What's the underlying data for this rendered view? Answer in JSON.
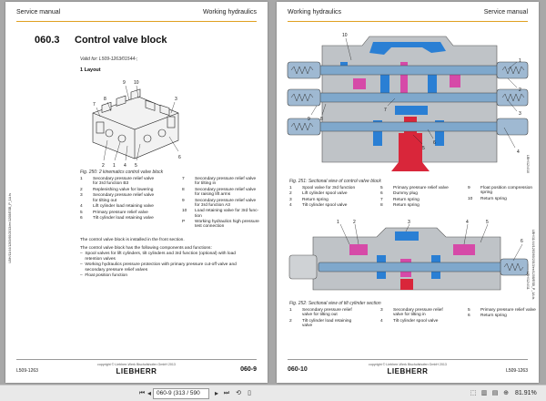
{
  "left_page": {
    "header_left": "Service manual",
    "header_right": "Working hydraulics",
    "section_number": "060.3",
    "section_title": "Control valve block",
    "valid_for": "Valid for: L509-1263/01544-;",
    "layout_heading": "1 Layout",
    "figure_caption": "Fig. 250: 2 kinematics control valve block",
    "figure_callouts": [
      "9",
      "10",
      "8",
      "7",
      "5",
      "4",
      "1",
      "2",
      "3",
      "6"
    ],
    "legend": [
      {
        "n": "1",
        "t": "Secondary pressure relief valve"
      },
      {
        "n": "",
        "t": "for 3rd function B3"
      },
      {
        "n": "2",
        "t": "Replenishing valve for lowering"
      },
      {
        "n": "3",
        "t": "Secondary pressure relief valve"
      },
      {
        "n": "",
        "t": "for tilting out"
      },
      {
        "n": "4",
        "t": "Lift cylinder load retaining valve"
      },
      {
        "n": "5",
        "t": "Primary pressure relief valve"
      },
      {
        "n": "6",
        "t": "Tilt cylinder load retaining valve"
      },
      {
        "n": "7",
        "t": "Secondary pressure relief valve"
      },
      {
        "n": "",
        "t": "for tilting in"
      },
      {
        "n": "8",
        "t": "Secondary pressure relief valve"
      },
      {
        "n": "",
        "t": "for raising lift arms"
      },
      {
        "n": "9",
        "t": "Secondary pressure relief valve"
      },
      {
        "n": "",
        "t": "for 3rd function A3"
      },
      {
        "n": "10",
        "t": "Load retaining valve for 3rd func-"
      },
      {
        "n": "",
        "t": "tion"
      },
      {
        "n": "P",
        "t": "Working hydraulics high pressure"
      },
      {
        "n": "",
        "t": "test connection"
      }
    ],
    "para1": "The control valve block is installed in the front section.",
    "para2": "The control valve block has the following components and functions:",
    "bullets": [
      "–  Spool valves for lift cylinders, tilt cylinders and 3rd function (optional) with load",
      "    retention valves",
      "–  Working hydraulics pressure protection with primary pressure cut-off valve and",
      "    secondary pressure relief valves",
      "–  Float position function"
    ],
    "side_code": "LBH/11/44/1263/60/2013/en/1208/ESB_P_1A.ts",
    "copyright": "copyright © Liebherr-Werk Bischofshofen GmbH 2013",
    "logo": "LIEBHERR",
    "footer_left": "L509-1263",
    "footer_right": "060-9"
  },
  "right_page": {
    "header_left": "Working hydraulics",
    "header_right": "Service manual",
    "fig1_caption": "Fig. 251: Sectional view of control valve block",
    "fig1_callouts": [
      "10",
      "9",
      "8",
      "7",
      "6",
      "5",
      "4",
      "3",
      "2",
      "1"
    ],
    "fig1_code": "LBH/12/4/10",
    "legend1": [
      {
        "n": "1",
        "t": "Spool valve for 3rd function",
        "c": 0
      },
      {
        "n": "2",
        "t": "Lift cylinder spool valve",
        "c": 0
      },
      {
        "n": "3",
        "t": "Return spring",
        "c": 0
      },
      {
        "n": "4",
        "t": "Tilt cylinder spool valve",
        "c": 0
      },
      {
        "n": "5",
        "t": "Primary pressure relief valve",
        "c": 1
      },
      {
        "n": "6",
        "t": "Dummy plug",
        "c": 1
      },
      {
        "n": "7",
        "t": "Return spring",
        "c": 1
      },
      {
        "n": "8",
        "t": "Return spring",
        "c": 1
      },
      {
        "n": "9",
        "t": "Float position compression",
        "c": 2
      },
      {
        "n": "",
        "t": "spring",
        "c": 2
      },
      {
        "n": "10",
        "t": "Return spring",
        "c": 2
      }
    ],
    "fig2_caption": "Fig. 252: Sectional view of tilt cylinder section",
    "fig2_callouts": [
      "1",
      "2",
      "3",
      "4",
      "5",
      "6"
    ],
    "fig2_code": "LBH/12/4/11",
    "legend2": [
      {
        "n": "1",
        "t": "Secondary pressure relief",
        "c": 0
      },
      {
        "n": "",
        "t": "valve for tilting out",
        "c": 0
      },
      {
        "n": "2",
        "t": "Tilt cylinder load retaining",
        "c": 0
      },
      {
        "n": "",
        "t": "valve",
        "c": 0
      },
      {
        "n": "3",
        "t": "Secondary pressure relief",
        "c": 1
      },
      {
        "n": "",
        "t": "valve for tilting in",
        "c": 1
      },
      {
        "n": "4",
        "t": "Tilt cylinder spool valve",
        "c": 1
      },
      {
        "n": "5",
        "t": "Primary pressure relief valve",
        "c": 2
      },
      {
        "n": "6",
        "t": "Return spring",
        "c": 2
      }
    ],
    "side_code": "LBH/11/44/1263/60/2013/en/1208/ESB_P_1A.ts",
    "copyright": "copyright © Liebherr-Werk Bischofshofen GmbH 2013",
    "logo": "LIEBHERR",
    "footer_left": "060-10",
    "footer_right": "L509-1263"
  },
  "toolbar": {
    "page_field": "060-9 (313 / 590",
    "zoom": "81.91%"
  },
  "colors": {
    "accent_rule": "#e0a020",
    "hydraulic_blue": "#2a7fd4",
    "hydraulic_red": "#d9263a",
    "hydraulic_pink": "#d64aa8",
    "body_gray": "#bfc3c7"
  }
}
